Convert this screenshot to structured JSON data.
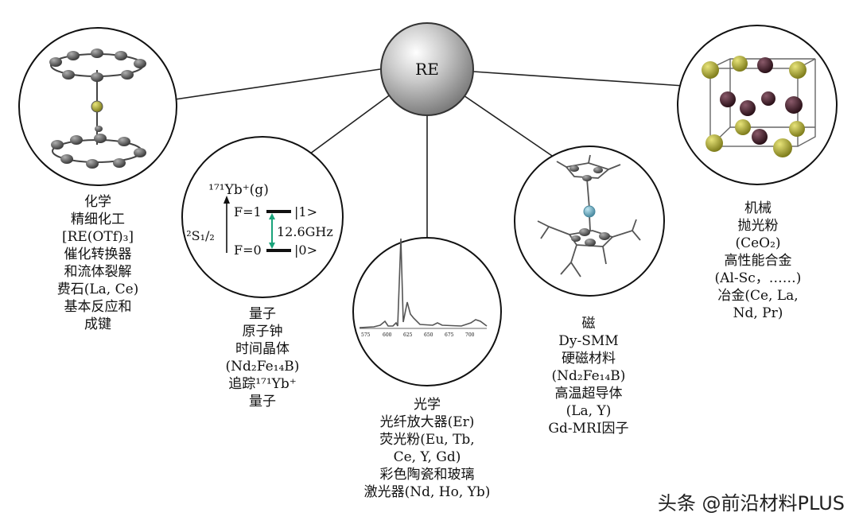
{
  "hub": {
    "label": "RE"
  },
  "quantum_inset": {
    "state_label": "¹⁷¹Yb⁺(g)",
    "term_label": "²S₁/₂",
    "upper_level": "F=1",
    "lower_level": "F=0",
    "upper_ket": "|1>",
    "lower_ket": "|0>",
    "splitting": "12.6GHz"
  },
  "spectrum_inset": {
    "ticks": [
      "575",
      "600",
      "625",
      "650",
      "675",
      "700"
    ]
  },
  "categories": [
    {
      "id": "chemistry",
      "lines": [
        "化学",
        "精细化工",
        "[RE(OTf)₃]",
        "催化转换器",
        "和流体裂解",
        "费石(La, Ce)",
        "基本反应和",
        "成键"
      ]
    },
    {
      "id": "quantum",
      "lines": [
        "量子",
        "原子钟",
        "时间晶体",
        "(Nd₂Fe₁₄B)",
        "追踪¹⁷¹Yb⁺",
        "量子"
      ]
    },
    {
      "id": "optics",
      "lines": [
        "光学",
        "光纤放大器(Er)",
        "荧光粉(Eu, Tb,",
        "Ce, Y, Gd)",
        "彩色陶瓷和玻璃",
        "激光器(Nd, Ho, Yb)"
      ]
    },
    {
      "id": "magnetism",
      "lines": [
        "磁",
        "Dy-SMM",
        "硬磁材料",
        "(Nd₂Fe₁₄B)",
        "高温超导体",
        "(La, Y)",
        "Gd-MRI因子"
      ]
    },
    {
      "id": "mechanics",
      "lines": [
        "机械",
        "抛光粉",
        "(CeO₂)",
        "高性能合金",
        "(Al-Sc，……)",
        "冶金(Ce, La,",
        "Nd, Pr)"
      ]
    }
  ],
  "watermark": "头条 @前沿材料PLUS"
}
